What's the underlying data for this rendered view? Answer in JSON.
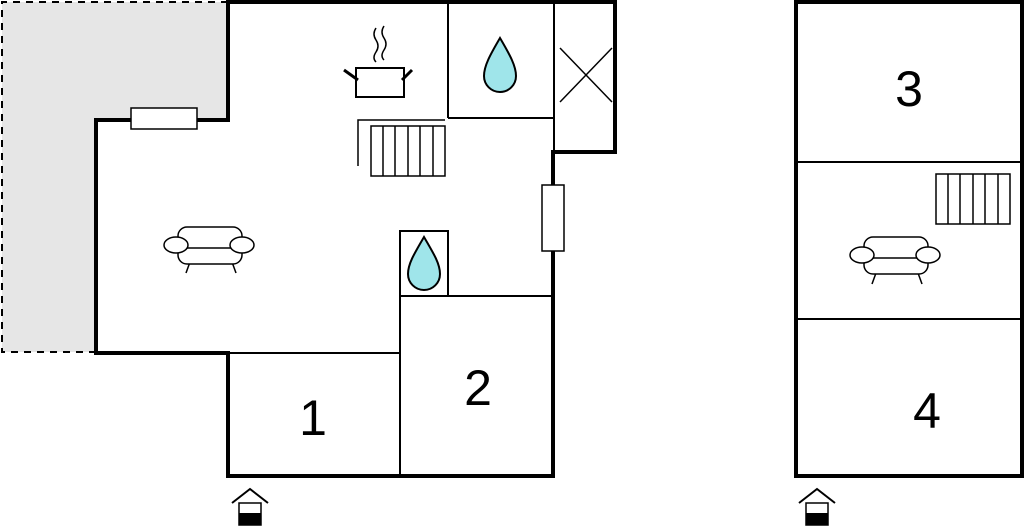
{
  "rooms": {
    "bedroom_1": "1",
    "bedroom_2": "2",
    "bedroom_3": "3",
    "bedroom_4": "4"
  },
  "icons": {
    "kitchen": "cooking-pot-icon",
    "bathroom": "water-drop-icon",
    "living": "sofa-icon",
    "stairs": "stairs-icon",
    "entrance": "entrance-house-icon",
    "void": "cross-icon"
  },
  "colors": {
    "terrace": "#e6e6e6",
    "water": "#9fe5ea",
    "wall": "#000000"
  }
}
